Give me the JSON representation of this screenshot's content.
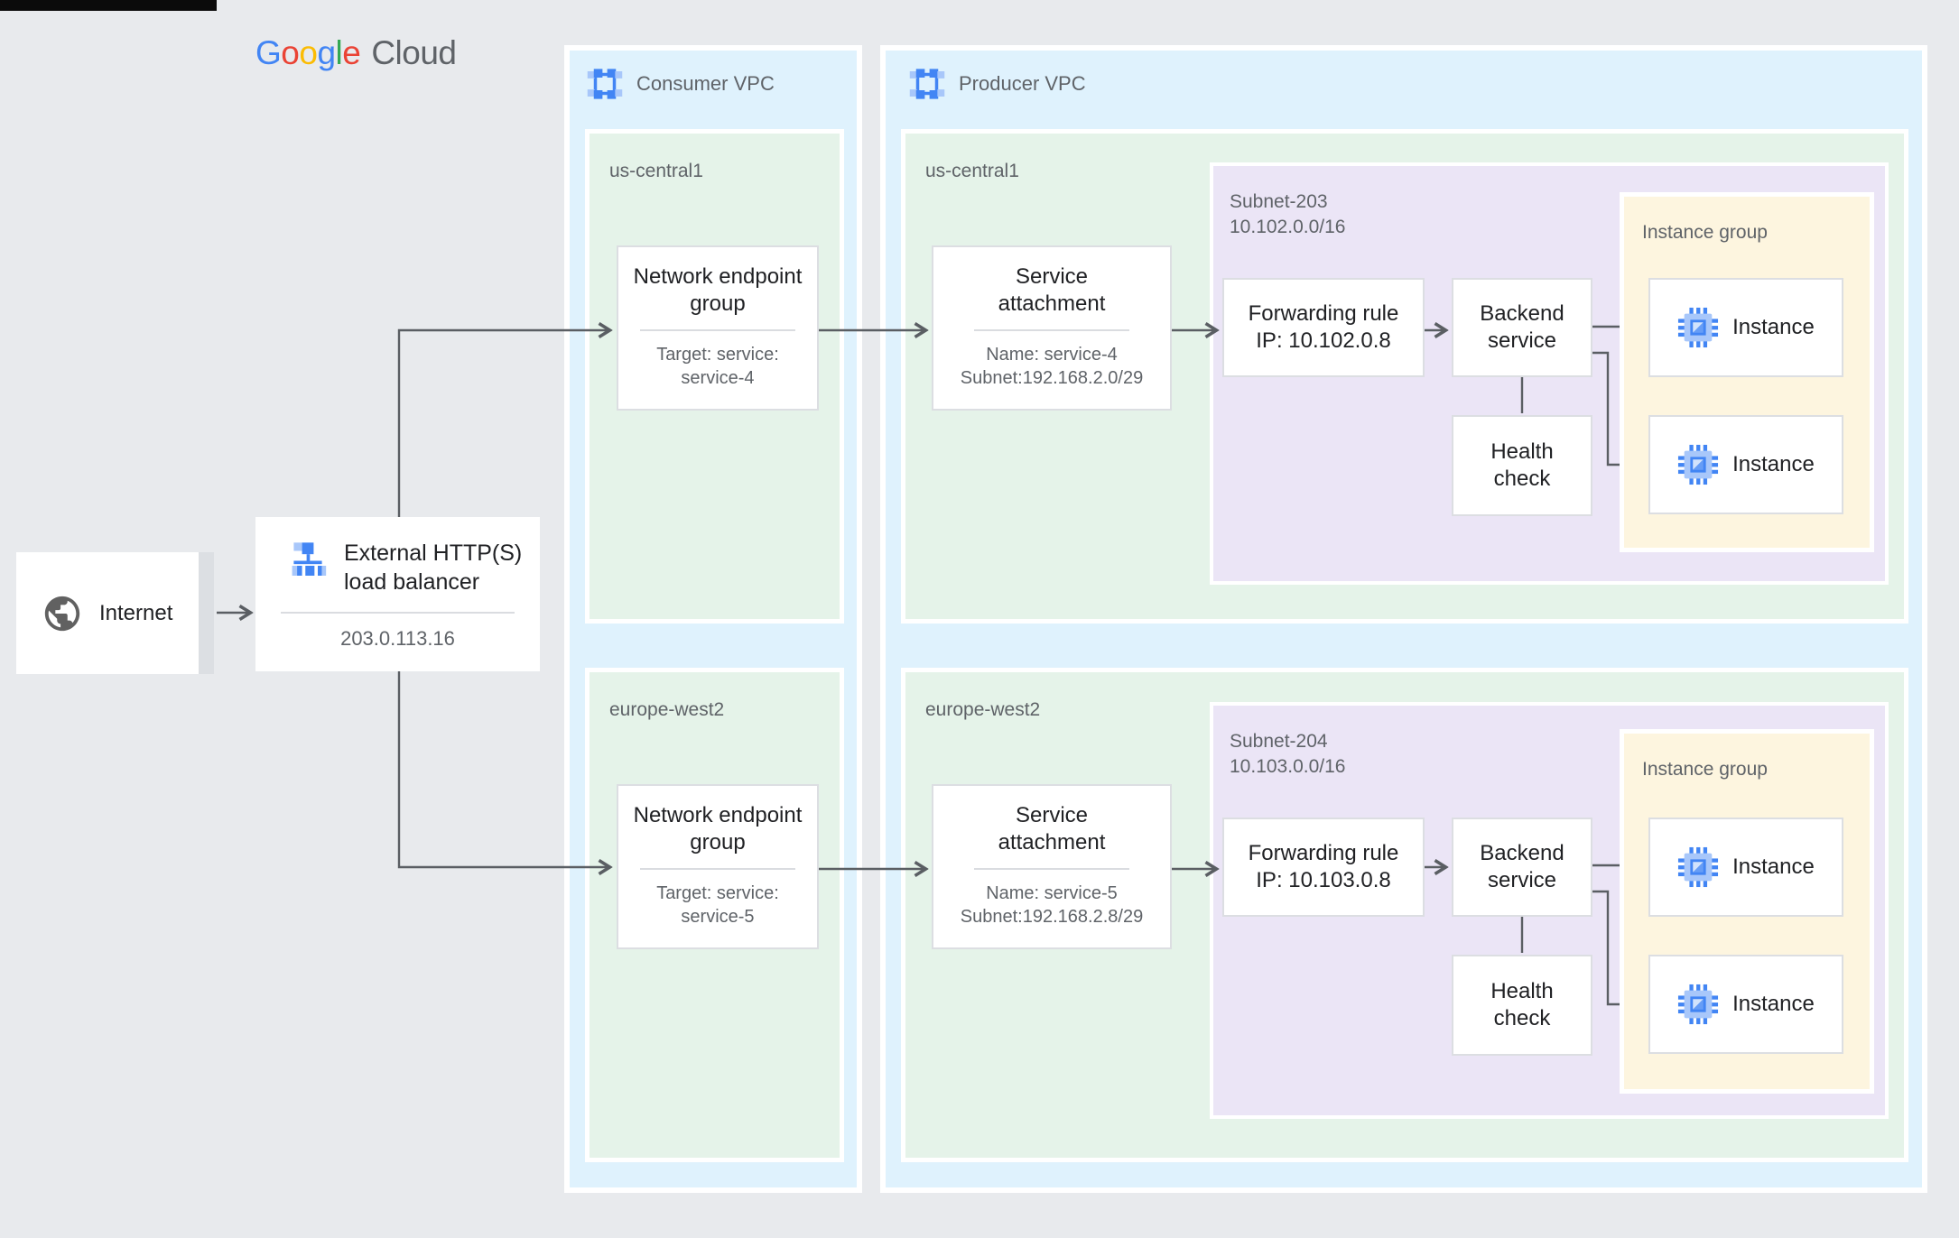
{
  "colors": {
    "background": "#E8EAED",
    "vpc_fill": "#DFF2FD",
    "region_fill": "#E5F3E9",
    "subnet_fill": "#EBE5F6",
    "instance_group_fill": "#FDF5DF",
    "node_border": "#DCDEE2",
    "text_dark": "#202124",
    "text_gray": "#5F6368",
    "connector": "#5A5E63",
    "brand_blue": "#4285F4",
    "brand_light_blue": "#A8C7FA"
  },
  "logo": {
    "letters": [
      {
        "ch": "G",
        "color": "#4285F4"
      },
      {
        "ch": "o",
        "color": "#EA4335"
      },
      {
        "ch": "o",
        "color": "#FBBC04"
      },
      {
        "ch": "g",
        "color": "#4285F4"
      },
      {
        "ch": "l",
        "color": "#34A853"
      },
      {
        "ch": "e",
        "color": "#EA4335"
      }
    ],
    "suffix": "Cloud"
  },
  "internet": {
    "label": "Internet"
  },
  "load_balancer": {
    "title_line1": "External HTTP(S)",
    "title_line2": "load balancer",
    "ip": "203.0.113.16"
  },
  "consumer_vpc": {
    "label": "Consumer VPC",
    "regions": [
      {
        "name": "us-central1",
        "neg": {
          "title": "Network endpoint group",
          "target_line1": "Target: service:",
          "target_line2": "service-4"
        }
      },
      {
        "name": "europe-west2",
        "neg": {
          "title": "Network endpoint group",
          "target_line1": "Target: service:",
          "target_line2": "service-5"
        }
      }
    ]
  },
  "producer_vpc": {
    "label": "Producer VPC",
    "regions": [
      {
        "name": "us-central1",
        "service_attachment": {
          "title": "Service attachment",
          "name_line": "Name: service-4",
          "subnet_line": "Subnet:192.168.2.0/29"
        },
        "subnet": {
          "name": "Subnet-203",
          "cidr": "10.102.0.0/16",
          "forwarding_rule_line1": "Forwarding rule",
          "forwarding_rule_line2": "IP: 10.102.0.8",
          "backend_service": "Backend service",
          "health_check": "Health check"
        },
        "instance_group": {
          "label": "Instance group",
          "instances": [
            "Instance",
            "Instance"
          ]
        }
      },
      {
        "name": "europe-west2",
        "service_attachment": {
          "title": "Service attachment",
          "name_line": "Name: service-5",
          "subnet_line": "Subnet:192.168.2.8/29"
        },
        "subnet": {
          "name": "Subnet-204",
          "cidr": "10.103.0.0/16",
          "forwarding_rule_line1": "Forwarding rule",
          "forwarding_rule_line2": "IP: 10.103.0.8",
          "backend_service": "Backend service",
          "health_check": "Health check"
        },
        "instance_group": {
          "label": "Instance group",
          "instances": [
            "Instance",
            "Instance"
          ]
        }
      }
    ]
  }
}
